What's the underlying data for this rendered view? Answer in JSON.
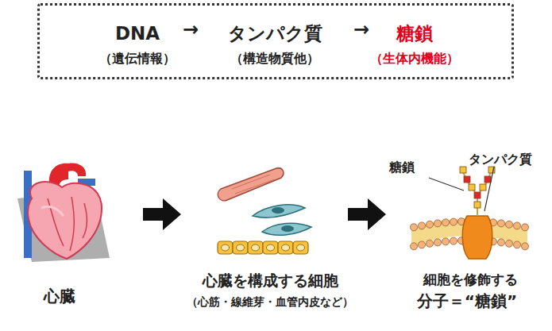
{
  "diagram": {
    "nodes": [
      {
        "text": [
          "DNA",
          "（遺伝情報）",
          "タンパク質",
          "（構造物質他）",
          "糖鎖",
          "（生体内機能）"
        ]
      }
    ],
    "labels": [
      "→",
      "→",
      "糖鎖",
      "タンパク質",
      "心臓",
      "心臓を構成する細胞",
      "（心筋・線維芽・血管内皮など）",
      "細胞を修飾する",
      "分子＝“糖鎖”"
    ]
  }
}
